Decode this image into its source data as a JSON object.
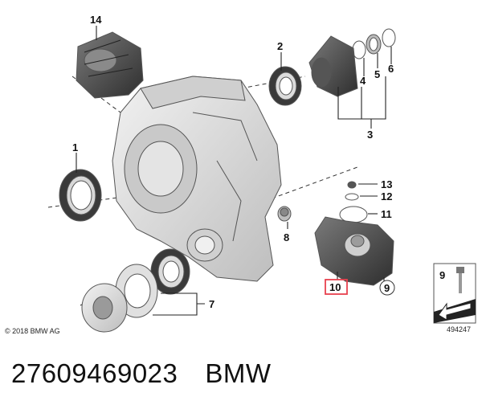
{
  "copyright": "© 2018 BMW AG",
  "diagram_number": "494247",
  "part_number": "27609469023",
  "brand": "BMW",
  "callouts": {
    "c1": "1",
    "c2": "2",
    "c3": "3",
    "c4": "4",
    "c5": "5",
    "c6": "6",
    "c7": "7",
    "c8": "8",
    "c9": "9",
    "c10": "10",
    "c11": "11",
    "c12": "12",
    "c13": "13",
    "c14": "14"
  },
  "inset": {
    "label": "9"
  },
  "colors": {
    "highlight": "#e8424f",
    "part_fill": "#d9d9d9",
    "part_dark": "#4a4a4a"
  }
}
